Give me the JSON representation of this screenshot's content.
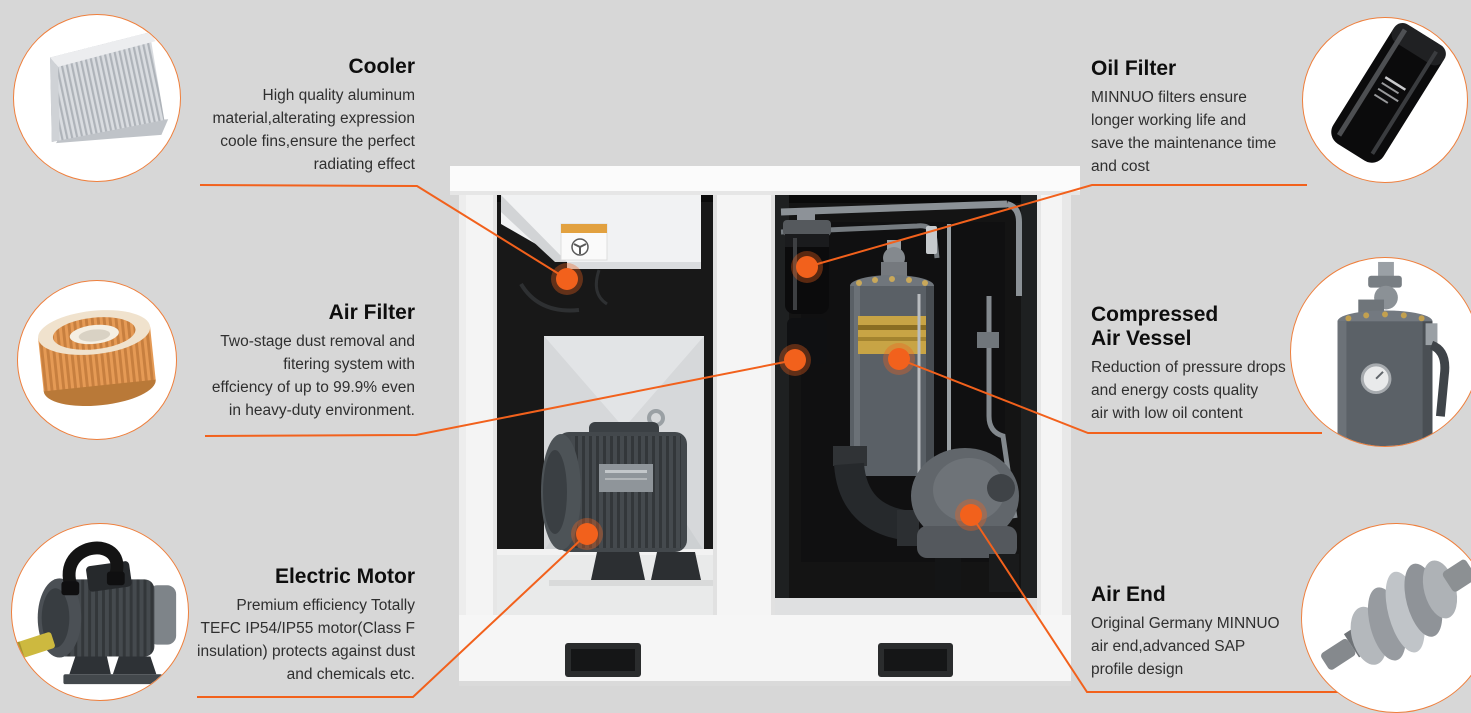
{
  "page": {
    "background_color": "#d7d7d7",
    "accent_color": "#f2611c",
    "circle_ring_color": "#ef7f3c"
  },
  "callouts": {
    "cooler": {
      "title": "Cooler",
      "description": "High quality aluminum\nmaterial,alterating expression\ncoole fins,ensure the perfect\nradiating effect"
    },
    "air_filter": {
      "title": "Air Filter",
      "description": "Two-stage dust removal and\nfitering system with\neffciency of up to 99.9% even\nin heavy-duty environment."
    },
    "electric_motor": {
      "title": "Electric Motor",
      "description": "Premium efficiency Totally\nTEFC IP54/IP55 motor(Class F\ninsulation) protects against dust\nand chemicals etc."
    },
    "oil_filter": {
      "title": "Oil Filter",
      "description": "MINNUO filters ensure\nlonger working life and\nsave the maintenance time\nand cost"
    },
    "compressed_air_vessel": {
      "title": "Compressed\nAir Vessel",
      "description": "Reduction of pressure drops\nand energy costs quality\nair with low oil content"
    },
    "air_end": {
      "title": "Air End",
      "description": "Original Germany MINNUO\nair end,advanced SAP\nprofile design"
    }
  }
}
